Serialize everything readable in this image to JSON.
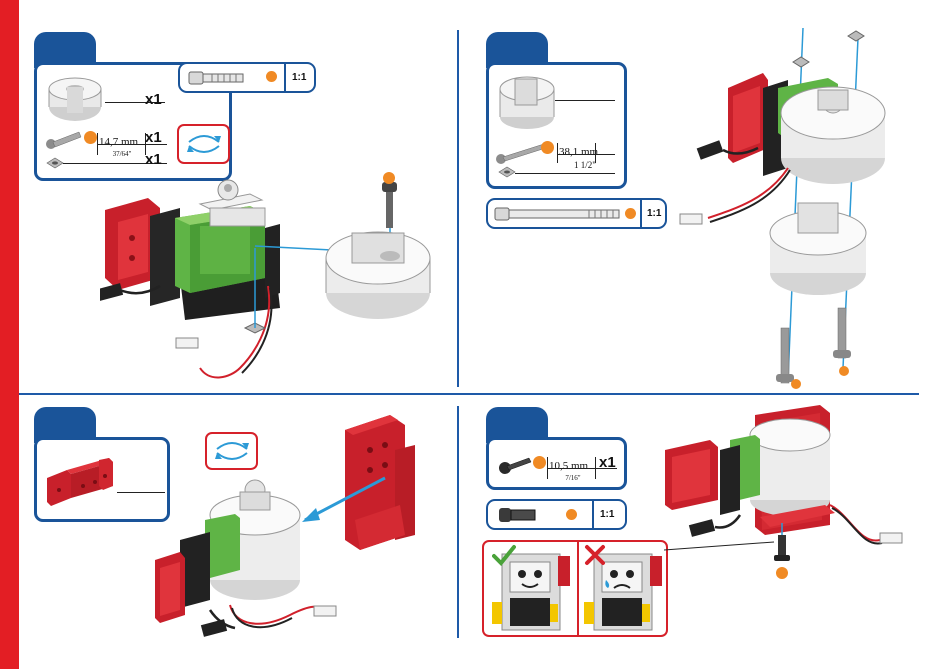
{
  "step1": {
    "parts": [
      {
        "icon": "servo-horn-half-icon",
        "qty": "x1"
      },
      {
        "icon": "screw-icon",
        "qty": "x1",
        "length_mm": "14,7 mm",
        "length_in": "37/64\""
      },
      {
        "icon": "square-nut-icon",
        "qty": "x1"
      }
    ],
    "scale_label": "1:1",
    "rotate_icon": "rotate-arrows-icon"
  },
  "step2": {
    "parts": [
      {
        "icon": "servo-housing-half-icon"
      },
      {
        "icon": "long-screw-icon",
        "length_mm": "38,1 mm",
        "length_in": "1 1/2\""
      },
      {
        "icon": "square-nut-icon"
      }
    ],
    "scale_label": "1:1"
  },
  "step3": {
    "parts": [
      {
        "icon": "u-bracket-icon"
      }
    ],
    "rotate_icon": "rotate-arrows-icon"
  },
  "step4": {
    "parts": [
      {
        "icon": "short-screw-icon",
        "qty": "x1",
        "length_mm": "10,5 mm",
        "length_in": "7/16\""
      }
    ],
    "scale_label": "1:1",
    "checks": [
      {
        "icon": "checkmark-icon",
        "status": "correct"
      },
      {
        "icon": "cross-icon",
        "status": "wrong"
      }
    ]
  },
  "colors": {
    "accent_blue": "#1a5499",
    "brand_red": "#e31e24",
    "servo_green": "#5fb446",
    "part_orange": "#f08a24"
  }
}
